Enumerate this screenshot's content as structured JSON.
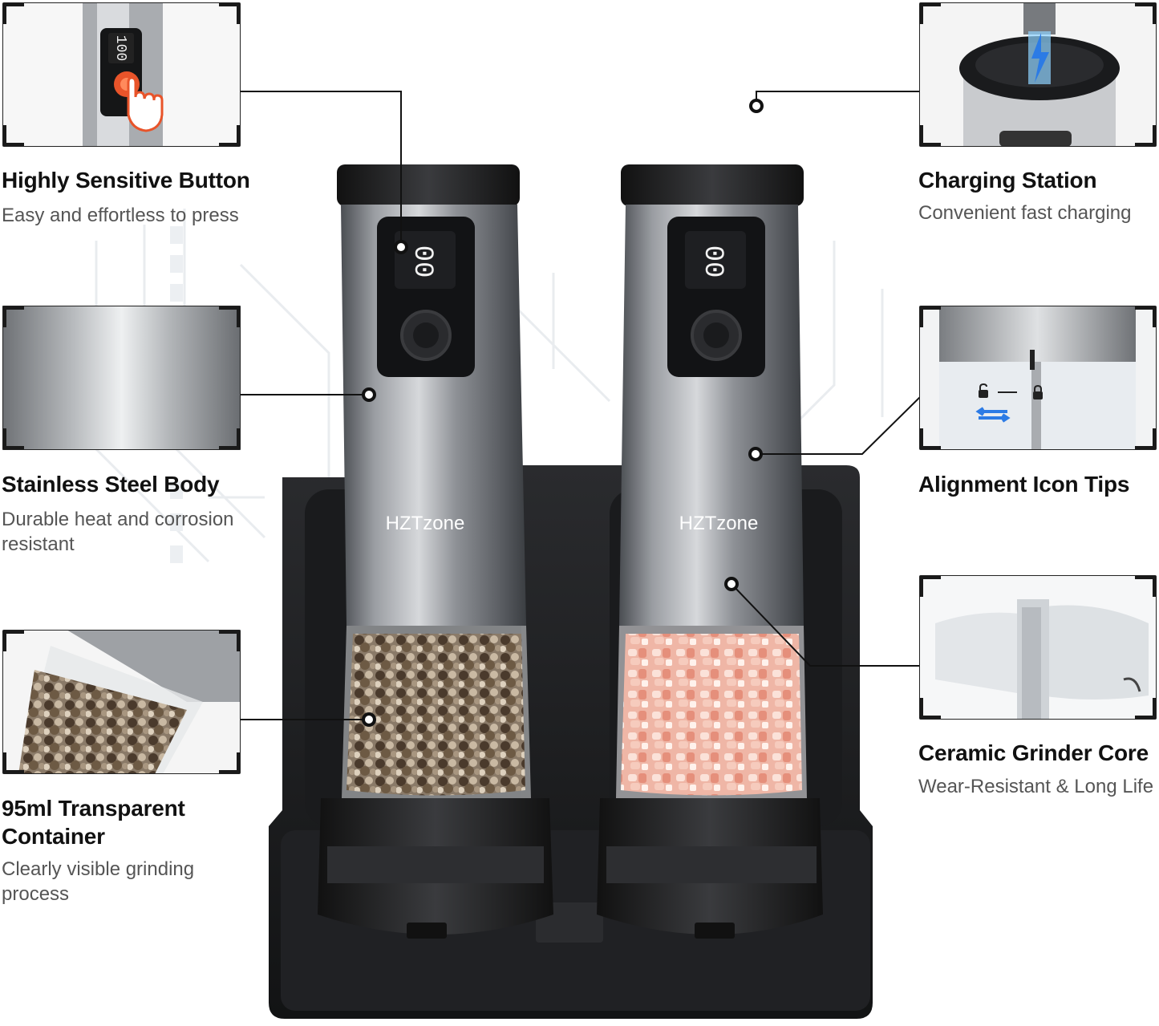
{
  "brand": "HZTzone",
  "display_reading": "00",
  "features": {
    "button": {
      "title": "Highly Sensitive Button",
      "desc": "Easy and effortless to press",
      "icon": "touch-finger-icon"
    },
    "body": {
      "title": "Stainless Steel Body",
      "desc": "Durable heat and corrosion resistant"
    },
    "container": {
      "title": "95ml Transparent Container",
      "desc": "Clearly visible grinding process"
    },
    "charging": {
      "title": "Charging Station",
      "desc": "Convenient fast charging",
      "icon": "charging-bolt-icon"
    },
    "alignment": {
      "title": "Alignment Icon Tips",
      "desc": "",
      "icon": "lock-icon"
    },
    "ceramic": {
      "title": "Ceramic Grinder Core",
      "desc": "Wear-Resistant & Long Life"
    }
  },
  "colors": {
    "accent": "#e8542a",
    "steel": "#8d9094",
    "base": "#1b1c1e",
    "salt": "#e9a89a",
    "pepper": "#6b5a48",
    "arrow": "#2c7be5"
  }
}
